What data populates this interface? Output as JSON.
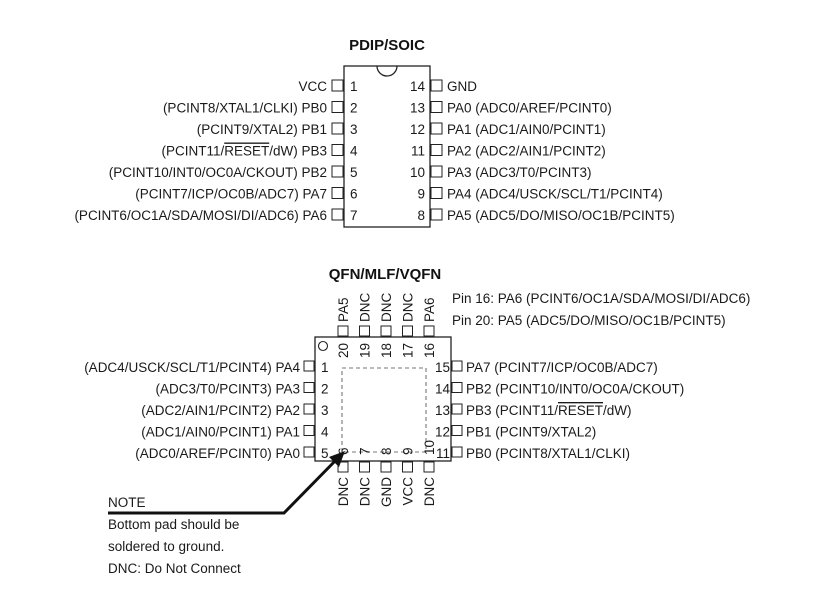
{
  "pdip": {
    "title": "PDIP/SOIC",
    "left": [
      {
        "num": "1",
        "text": "VCC"
      },
      {
        "num": "2",
        "text": "(PCINT8/XTAL1/CLKI) PB0"
      },
      {
        "num": "3",
        "text": "(PCINT9/XTAL2) PB1"
      },
      {
        "num": "4",
        "pre": "(PCINT11/",
        "over": "RESET",
        "post": "/dW) PB3"
      },
      {
        "num": "5",
        "text": "(PCINT10/INT0/OC0A/CKOUT) PB2"
      },
      {
        "num": "6",
        "text": "(PCINT7/ICP/OC0B/ADC7) PA7"
      },
      {
        "num": "7",
        "text": "(PCINT6/OC1A/SDA/MOSI/DI/ADC6) PA6"
      }
    ],
    "right": [
      {
        "num": "14",
        "text": "GND"
      },
      {
        "num": "13",
        "text": "PA0 (ADC0/AREF/PCINT0)"
      },
      {
        "num": "12",
        "text": "PA1 (ADC1/AIN0/PCINT1)"
      },
      {
        "num": "11",
        "text": "PA2 (ADC2/AIN1/PCINT2)"
      },
      {
        "num": "10",
        "text": "PA3 (ADC3/T0/PCINT3)"
      },
      {
        "num": "9",
        "text": "PA4 (ADC4/USCK/SCL/T1/PCINT4)"
      },
      {
        "num": "8",
        "text": "PA5 (ADC5/DO/MISO/OC1B/PCINT5)"
      }
    ]
  },
  "qfn": {
    "title": "QFN/MLF/VQFN",
    "notes": [
      "Pin 16:  PA6 (PCINT6/OC1A/SDA/MOSI/DI/ADC6)",
      "Pin 20:  PA5 (ADC5/DO/MISO/OC1B/PCINT5)"
    ],
    "left": [
      {
        "num": "1",
        "text": "(ADC4/USCK/SCL/T1/PCINT4) PA4"
      },
      {
        "num": "2",
        "text": "(ADC3/T0/PCINT3) PA3"
      },
      {
        "num": "3",
        "text": "(ADC2/AIN1/PCINT2) PA2"
      },
      {
        "num": "4",
        "text": "(ADC1/AIN0/PCINT1) PA1"
      },
      {
        "num": "5",
        "text": "(ADC0/AREF/PCINT0) PA0"
      }
    ],
    "right": [
      {
        "num": "15",
        "text": "PA7 (PCINT7/ICP/OC0B/ADC7)"
      },
      {
        "num": "14",
        "text": "PB2 (PCINT10/INT0/OC0A/CKOUT)"
      },
      {
        "num": "13",
        "pre": "PB3 (PCINT11/",
        "over": "RESET",
        "post": "/dW)"
      },
      {
        "num": "12",
        "text": "PB1 (PCINT9/XTAL2)"
      },
      {
        "num": "11",
        "text": "PB0 (PCINT8/XTAL1/CLKI)"
      }
    ],
    "top": [
      {
        "num": "20",
        "text": "PA5"
      },
      {
        "num": "19",
        "text": "DNC"
      },
      {
        "num": "18",
        "text": "DNC"
      },
      {
        "num": "17",
        "text": "DNC"
      },
      {
        "num": "16",
        "text": "PA6"
      }
    ],
    "bottom": [
      {
        "num": "6",
        "text": "DNC"
      },
      {
        "num": "7",
        "text": "DNC"
      },
      {
        "num": "8",
        "text": "GND"
      },
      {
        "num": "9",
        "text": "VCC"
      },
      {
        "num": "10",
        "text": "DNC"
      }
    ]
  },
  "note": {
    "heading": "NOTE",
    "lines": [
      "Bottom pad should be",
      "soldered to ground.",
      "DNC: Do Not Connect"
    ]
  }
}
